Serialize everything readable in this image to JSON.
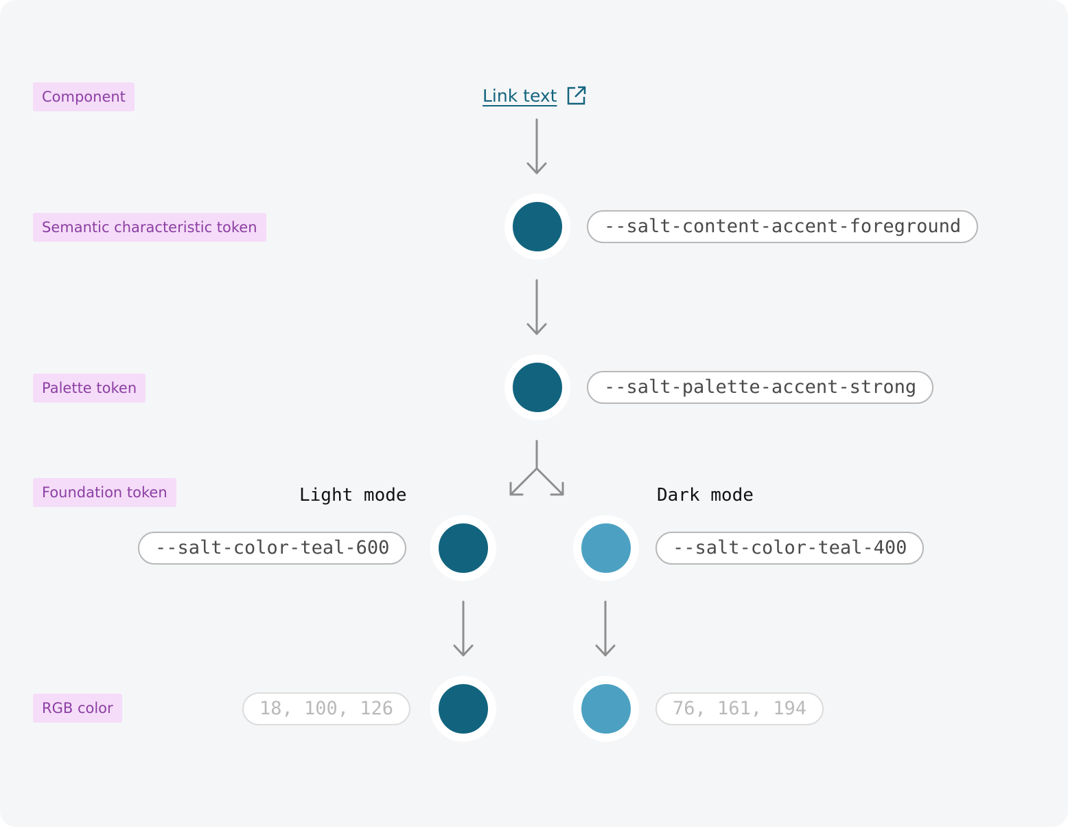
{
  "levels": {
    "component": "Component",
    "semantic": "Semantic characteristic token",
    "palette": "Palette token",
    "foundation": "Foundation token",
    "rgb": "RGB color"
  },
  "component": {
    "link_text": "Link text",
    "icon": "external-link-icon"
  },
  "tokens": {
    "semantic": "--salt-content-accent-foreground",
    "palette": "--salt-palette-accent-strong",
    "light": "--salt-color-teal-600",
    "dark": "--salt-color-teal-400"
  },
  "modes": {
    "light": "Light mode",
    "dark": "Dark mode"
  },
  "rgb": {
    "light": "18, 100, 126",
    "dark": "76, 161, 194"
  },
  "colors": {
    "teal_600": "#12647e",
    "teal_400": "#4ca1c2",
    "tag_background": "#f5dcf8",
    "tag_text": "#8b3fa3",
    "arrow": "#8e8e8e"
  }
}
